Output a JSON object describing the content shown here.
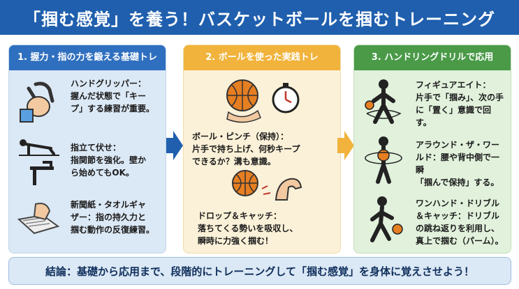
{
  "title": "「掴む感覚」を養う！バスケットボールを掴むトレーニング",
  "panels": [
    {
      "header": "1. 握力・指の力を鍛える基礎トレ",
      "items": [
        {
          "icon": "hand-gripper-icon",
          "text": "ハンドグリッパー：\n握んだ状態で「キー\nプ」する練習が重要。"
        },
        {
          "icon": "fingertip-pushup-icon",
          "text": "指立て伏せ：\n指関節を強化。壁か\nら始めてもOK。"
        },
        {
          "icon": "newspaper-squeeze-icon",
          "text": "新聞紙・タオルギャ\nザー：指の持久力と\n掴む動作の反復練習。"
        }
      ]
    },
    {
      "header": "2. ボールを使った実践トレ",
      "items": [
        {
          "icon": "ball-pinch-stopwatch-icon",
          "text": "ボール・ピンチ（保持）：\n片手で持ち上げ、何秒キープ\nできるか？溝も意識。"
        },
        {
          "icon": "drop-catch-icon",
          "text": "ドロップ＆キャッチ：\n落ちてくる勢いを吸収し、\n瞬時に力強く掴む！"
        }
      ]
    },
    {
      "header": "3. ハンドリングドリルで応用",
      "items": [
        {
          "icon": "figure-eight-icon",
          "text": "フィギュアエイト：\n片手で「掴み」、次の手\nに「置く」意識で回す。"
        },
        {
          "icon": "around-the-world-icon",
          "text": "アラウンド・ザ・ワー\nルド：腰や背中側で一瞬\n「掴んで保持」する。"
        },
        {
          "icon": "one-hand-dribble-icon",
          "text": "ワンハンド・ドリブル\n＆キャッチ：ドリブル\nの跳ね返りを利用し、\n真上で掴む（パーム）。"
        }
      ]
    }
  ],
  "conclusion": "結論：基礎から応用まで、段階的にトレーニングして「掴む感覚」を身体に覚えさせよう！",
  "colors": {
    "banner": "#1f5fae",
    "panel1_header": "#2f6fbf",
    "panel2_header": "#f1b33c",
    "panel3_header": "#4a9a48",
    "arrow1": "#1f5fae",
    "arrow2": "#f1b33c"
  }
}
